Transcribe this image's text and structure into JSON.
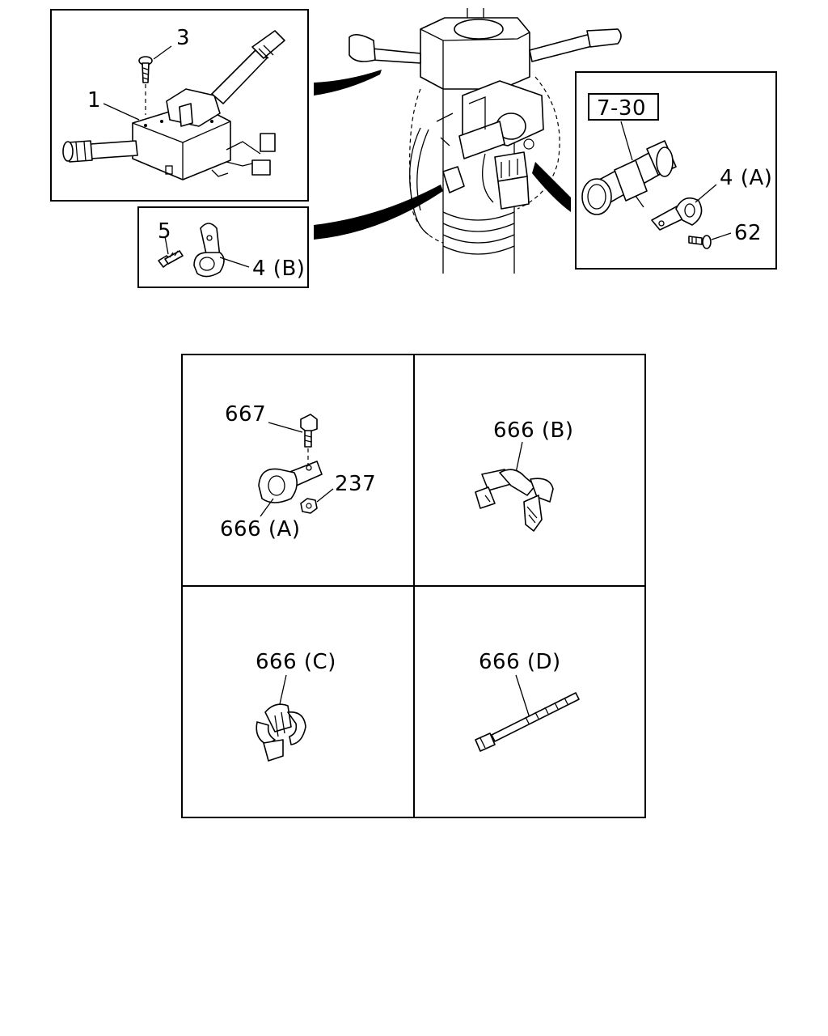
{
  "callouts": {
    "switch_assembly": "1",
    "screw_top": "3",
    "bolt_small": "5",
    "clamp_b": "4 (B)",
    "ref_7_30": "7-30",
    "clamp_a": "4 (A)",
    "screw_62": "62",
    "bolt_667": "667",
    "nut_237": "237",
    "clip_666a": "666 (A)",
    "clip_666b": "666 (B)",
    "clip_666c": "666 (C)",
    "tie_666d": "666 (D)"
  },
  "icons": {
    "combination_switch": "combination-switch-icon",
    "steering_column": "steering-column-icon",
    "pipe_joint": "pipe-joint-icon",
    "clamp": "p-clamp-icon",
    "cable_tie": "cable-tie-icon"
  }
}
